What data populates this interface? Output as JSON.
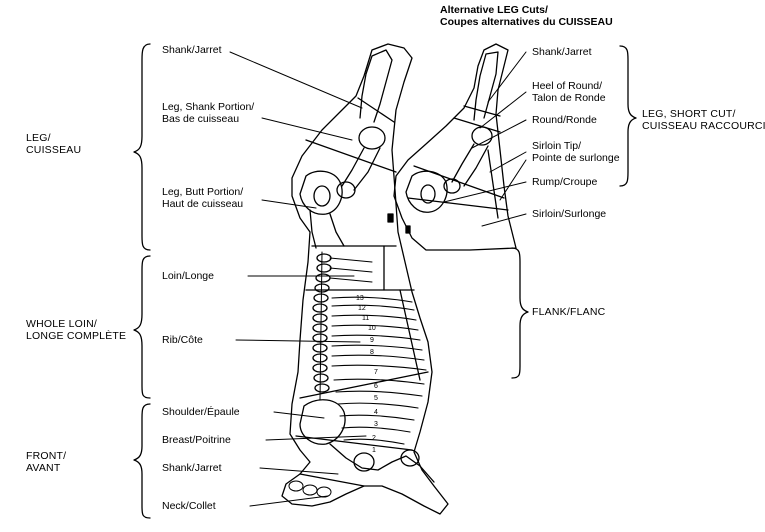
{
  "title": {
    "line1": "Alternative LEG Cuts/",
    "line2": "Coupes alternatives du CUISSEAU"
  },
  "groups": {
    "leg": "LEG/\nCUISSEAU",
    "whole_loin": "WHOLE LOIN/\nLONGE COMPLÈTE",
    "front": "FRONT/\nAVANT",
    "leg_short_cut": "LEG, SHORT CUT/\nCUISSEAU RACCOURCI",
    "flank": "FLANK/FLANC"
  },
  "labels_left": {
    "shank_top": "Shank/Jarret",
    "leg_shank_portion": "Leg, Shank Portion/\nBas de cuisseau",
    "leg_butt_portion": "Leg, Butt Portion/\nHaut de cuisseau",
    "loin": "Loin/Longe",
    "rib": "Rib/Côte",
    "shoulder": "Shoulder/Épaule",
    "breast": "Breast/Poitrine",
    "shank_bottom": "Shank/Jarret",
    "neck": "Neck/Collet"
  },
  "labels_right": {
    "shank": "Shank/Jarret",
    "heel_of_round": "Heel of Round/\nTalon de Ronde",
    "round": "Round/Ronde",
    "sirloin_tip": "Sirloin Tip/\nPointe de surlonge",
    "rump": "Rump/Croupe",
    "sirloin": "Sirloin/Surlonge"
  },
  "rib_numbers": [
    "13",
    "12",
    "11",
    "10",
    "9",
    "8",
    "7",
    "6",
    "5",
    "4",
    "3",
    "2",
    "1"
  ],
  "colors": {
    "ink": "#000000",
    "paper": "#ffffff"
  }
}
